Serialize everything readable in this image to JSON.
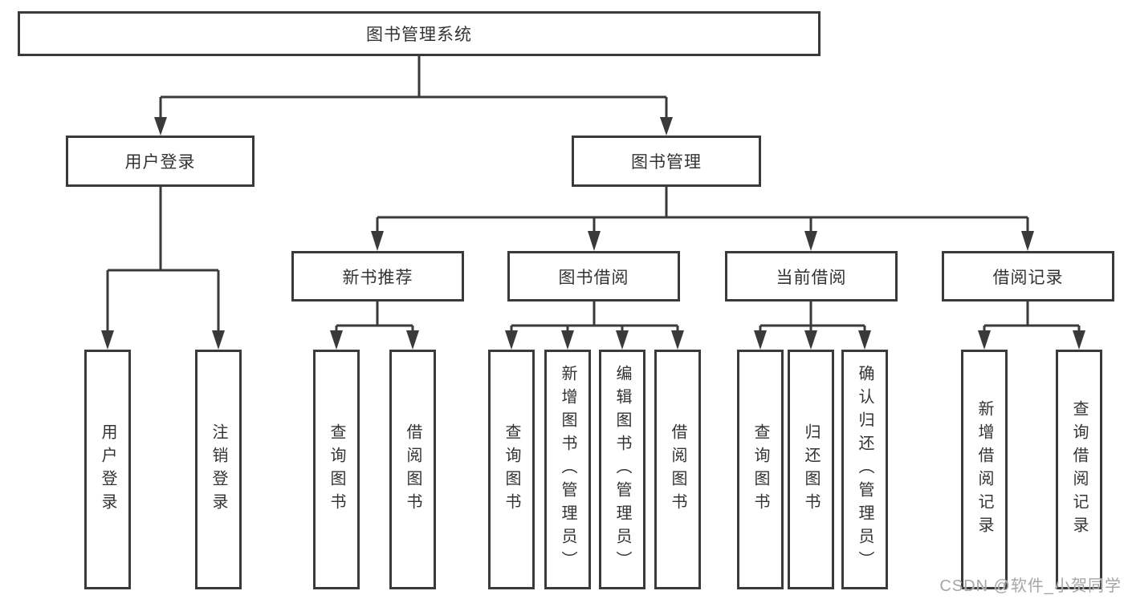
{
  "root": {
    "label": "图书管理系统",
    "children": [
      {
        "label": "用户登录",
        "children": [
          {
            "label": "用户登录"
          },
          {
            "label": "注销登录"
          }
        ]
      },
      {
        "label": "图书管理",
        "children": [
          {
            "label": "新书推荐",
            "children": [
              {
                "label": "查询图书"
              },
              {
                "label": "借阅图书"
              }
            ]
          },
          {
            "label": "图书借阅",
            "children": [
              {
                "label": "查询图书"
              },
              {
                "label": "新增图书（管理员）"
              },
              {
                "label": "编辑图书（管理员）"
              },
              {
                "label": "借阅图书"
              }
            ]
          },
          {
            "label": "当前借阅",
            "children": [
              {
                "label": "查询图书"
              },
              {
                "label": "归还图书"
              },
              {
                "label": "确认归还（管理员）"
              }
            ]
          },
          {
            "label": "借阅记录",
            "children": [
              {
                "label": "新增借阅记录"
              },
              {
                "label": "查询借阅记录"
              }
            ]
          }
        ]
      }
    ]
  },
  "watermark": "CSDN @软件_小贺同学",
  "colors": {
    "line": "#3a3a3a",
    "text": "#333333",
    "watermark": "#a6a6a6",
    "background": "#ffffff"
  }
}
